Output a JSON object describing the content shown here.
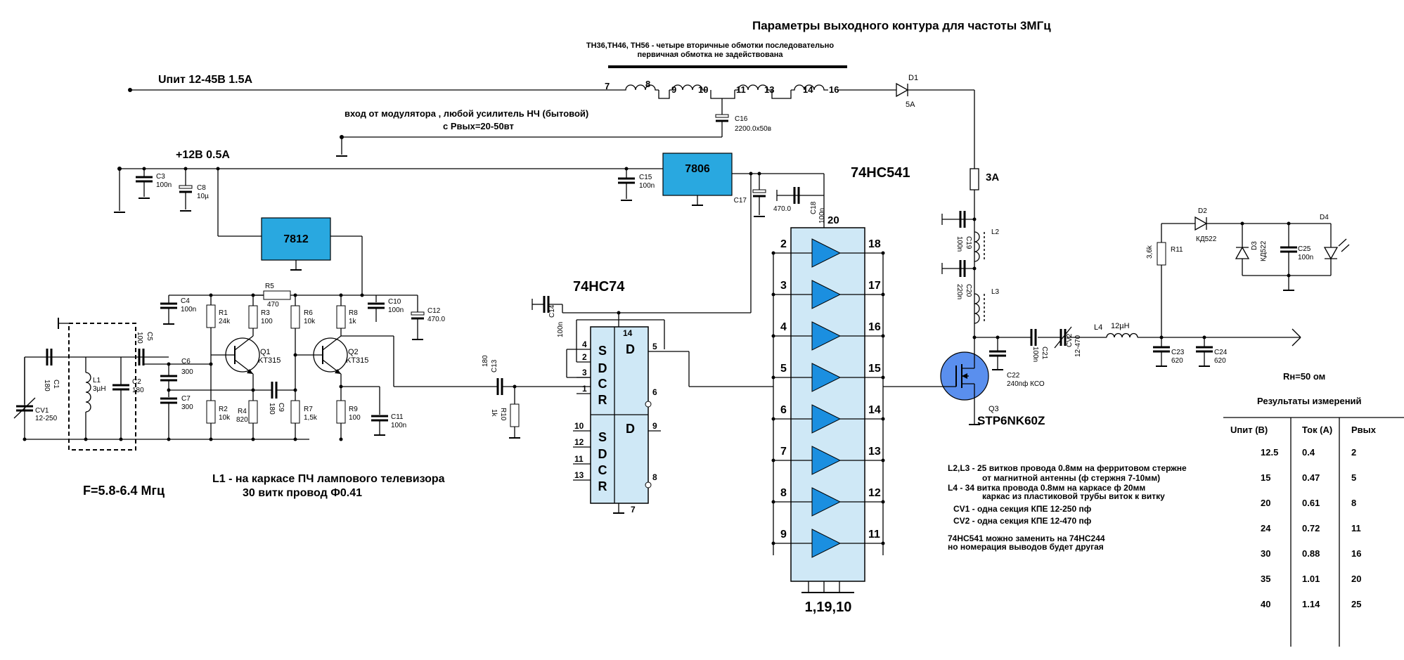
{
  "title": "Параметры выходного контура для частоты 3МГц",
  "transformer_note": [
    "ТН36,ТН46, ТН56 - четыре вторичные обмотки последовательно",
    "первичная обмотка не задействована"
  ],
  "winding_pins": [
    "7",
    "8",
    "9",
    "10",
    "11",
    "13",
    "14",
    "16"
  ],
  "supply_main": "Uпит 12-45В  1.5А",
  "modulator_input": [
    "вход от модулятора , любой усилитель НЧ (бытовой)",
    "с Pвых=20-50вт"
  ],
  "supply_12v": "+12В  0.5А",
  "regulators": {
    "u1": "7806",
    "u2": "7812"
  },
  "ic_labels": {
    "buffer": "74HC541",
    "flipflop": "74HC74"
  },
  "buffer_pins": {
    "vcc": "20",
    "gnd": "1,19,10",
    "left": [
      "2",
      "3",
      "4",
      "5",
      "6",
      "7",
      "8",
      "9"
    ],
    "right": [
      "18",
      "17",
      "16",
      "15",
      "14",
      "13",
      "12",
      "11"
    ]
  },
  "ff_pins": {
    "top": "14",
    "bottom": "7",
    "left_a": [
      "4",
      "2",
      "3",
      "1"
    ],
    "left_b": [
      "10",
      "12",
      "11",
      "13"
    ],
    "out_a": [
      "5",
      "6"
    ],
    "out_b": [
      "9",
      "8"
    ],
    "sdcr": [
      "S",
      "D",
      "C",
      "R"
    ],
    "d": "D"
  },
  "components": {
    "c1": [
      "C1",
      "180"
    ],
    "cv1": [
      "CV1",
      "12-250"
    ],
    "l1": [
      "L1",
      "3µH"
    ],
    "c2": [
      "C2",
      "180"
    ],
    "c5": [
      "C5",
      "100"
    ],
    "c6": [
      "C6",
      "300"
    ],
    "c7": [
      "C7",
      "300"
    ],
    "r1": [
      "R1",
      "24k"
    ],
    "r2": [
      "R2",
      "10k"
    ],
    "r3": [
      "R3",
      "100"
    ],
    "r4": [
      "R4",
      "820"
    ],
    "r5": [
      "R5",
      "470"
    ],
    "c9": [
      "C9",
      "180"
    ],
    "q1": [
      "Q1",
      "KT315"
    ],
    "r6": [
      "R6",
      "10k"
    ],
    "r7": [
      "R7",
      "1,5k"
    ],
    "r8": [
      "R8",
      "1k"
    ],
    "q2": [
      "Q2",
      "KT315"
    ],
    "r9": [
      "R9",
      "100"
    ],
    "c11": [
      "C11",
      "100n"
    ],
    "c4": [
      "C4",
      "100n"
    ],
    "c10": [
      "C10",
      "100n"
    ],
    "c12": [
      "C12",
      "470.0"
    ],
    "c13": [
      "C13",
      "180"
    ],
    "r10": [
      "R10",
      "1k"
    ],
    "c3": [
      "C3",
      "100n"
    ],
    "c8": [
      "C8",
      "10µ"
    ],
    "c15": [
      "C15",
      "100n"
    ],
    "c17": [
      "C17",
      "470.0"
    ],
    "c18": [
      "C18",
      "100n"
    ],
    "c14": [
      "C14",
      "100n"
    ],
    "c16": [
      "C16",
      "2200.0x50в"
    ],
    "d1": [
      "D1",
      "5A"
    ],
    "fuse": "3A",
    "c19": [
      "C19",
      "100n"
    ],
    "c20": [
      "C20",
      "220n"
    ],
    "l2": "L2",
    "l3": "L3",
    "c22": [
      "C22",
      "240пф КСО"
    ],
    "q3": [
      "Q3",
      "STP6NK60Z"
    ],
    "c21": [
      "C21",
      "100n"
    ],
    "cv2": [
      "CV2",
      "12-470"
    ],
    "l4": [
      "L4",
      "12µH"
    ],
    "c23": [
      "C23",
      "620"
    ],
    "c24": [
      "C24",
      "620"
    ],
    "r11": [
      "R11",
      "3,6k"
    ],
    "d2": [
      "D2",
      "КД522"
    ],
    "d3": [
      "D3",
      "КД522"
    ],
    "c25": [
      "C25",
      "100n"
    ],
    "d4": "D4"
  },
  "freq": "F=5.8-6.4 Мгц",
  "l1_note": [
    "L1 - на каркасе ПЧ лампового телевизора",
    "30 витк провод  Ф0.41"
  ],
  "notes": [
    "L2,L3 -  25 витков провода 0.8мм на ферритовом стержне",
    "от магнитной антенны (ф стержня 7-10мм)",
    "L4 - 34 витка провода 0.8мм на каркасе ф 20мм",
    "каркас из пластиковой трубы виток к витку",
    "CV1 - одна секция КПЕ 12-250 пф",
    "CV2 - одна секция КПЕ 12-470 пф",
    "74HC541 можно заменить на 74HC244",
    "но номерация выводов будет другая"
  ],
  "load": "Rн=50 ом",
  "results": {
    "title": "Результаты измерений",
    "headers": [
      "Uпит (В)",
      "Ток (А)",
      "Pвых"
    ],
    "rows": [
      [
        "12.5",
        "0.4",
        "2"
      ],
      [
        "15",
        "0.47",
        "5"
      ],
      [
        "20",
        "0.61",
        "8"
      ],
      [
        "24",
        "0.72",
        "11"
      ],
      [
        "30",
        "0.88",
        "16"
      ],
      [
        "35",
        "1.01",
        "20"
      ],
      [
        "40",
        "1.14",
        "25"
      ]
    ]
  }
}
